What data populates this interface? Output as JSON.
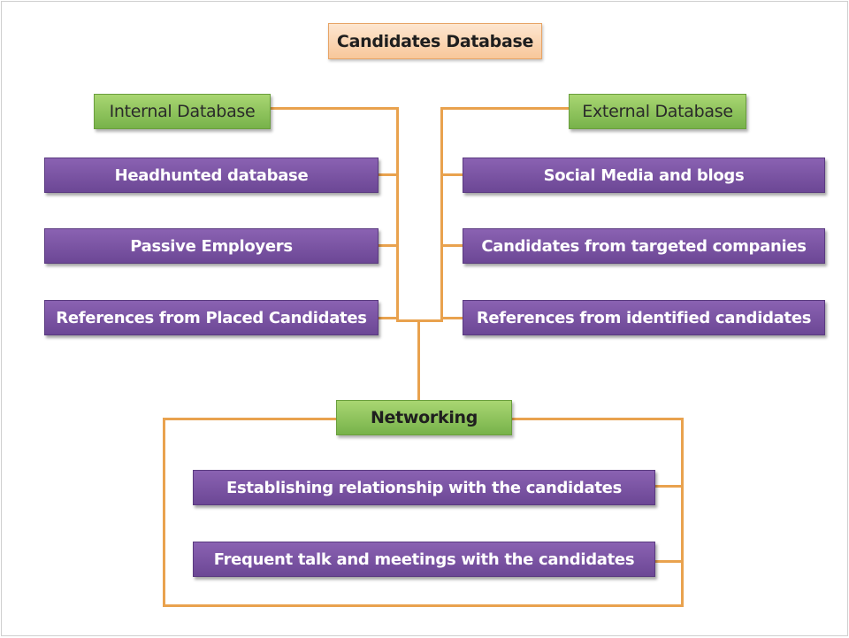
{
  "colors": {
    "connector": "#e9a24e",
    "item_fill": "#7a53a3",
    "category_fill": "#8cc45c",
    "root_fill": "#fbd9b8"
  },
  "root": {
    "label": "Candidates Database"
  },
  "internal": {
    "label": "Internal Database",
    "items": [
      "Headhunted database",
      "Passive Employers",
      "References from Placed Candidates"
    ]
  },
  "external": {
    "label": "External Database",
    "items": [
      "Social Media and blogs",
      "Candidates from targeted companies",
      "References from identified candidates"
    ]
  },
  "networking": {
    "label": "Networking",
    "items": [
      "Establishing relationship with the candidates",
      "Frequent talk and meetings with the candidates"
    ]
  }
}
